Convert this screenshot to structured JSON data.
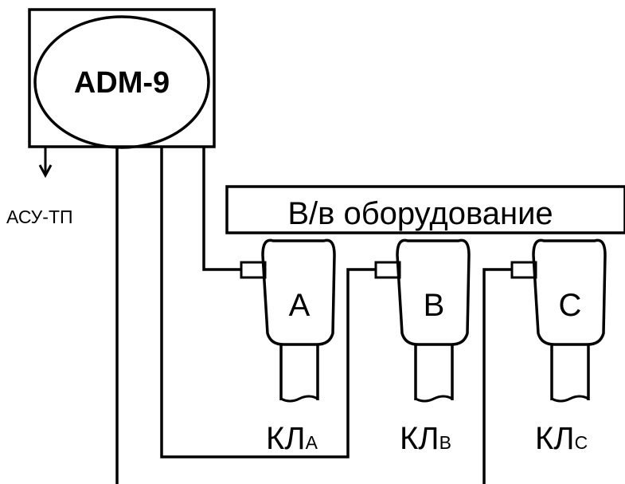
{
  "device": {
    "label": "ADM-9"
  },
  "output": {
    "label": "АСУ-ТП"
  },
  "equipment": {
    "label": "В/в оборудование"
  },
  "phases": [
    {
      "phase_label": "A",
      "cable_main": "КЛ",
      "cable_sub": "A"
    },
    {
      "phase_label": "B",
      "cable_main": "КЛ",
      "cable_sub": "B"
    },
    {
      "phase_label": "C",
      "cable_main": "КЛ",
      "cable_sub": "C"
    }
  ]
}
